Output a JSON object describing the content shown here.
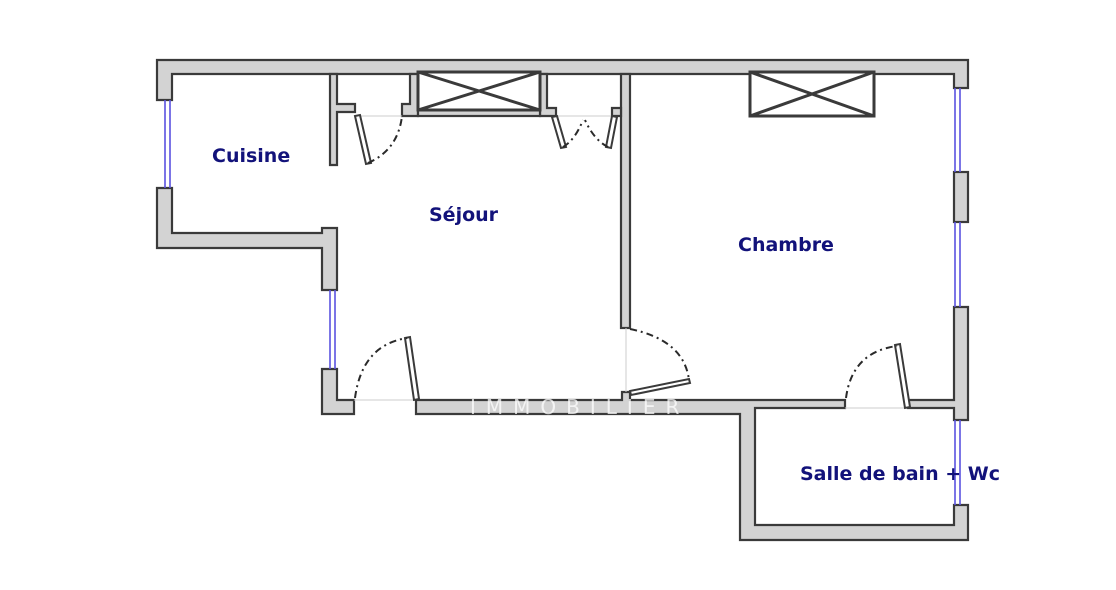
{
  "plan": {
    "type": "floor-plan",
    "colors": {
      "wall_fill": "#d3d3d3",
      "wall_stroke": "#3a3a3a",
      "window": "#5a52e0",
      "label": "#12127a",
      "background": "#ffffff"
    },
    "rooms": [
      {
        "id": "cuisine",
        "label": "Cuisine"
      },
      {
        "id": "sejour",
        "label": "Séjour"
      },
      {
        "id": "chambre",
        "label": "Chambre"
      },
      {
        "id": "sdb",
        "label": "Salle de bain + Wc"
      }
    ],
    "watermark": "IMMOBILIER"
  }
}
